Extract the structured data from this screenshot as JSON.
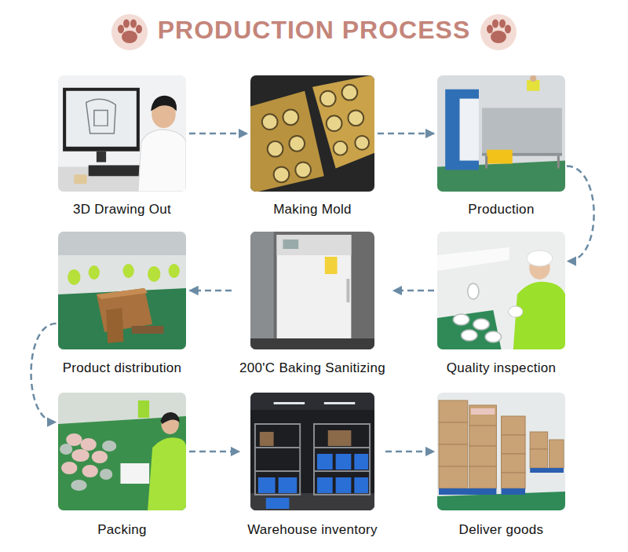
{
  "diagram": {
    "title": "PRODUCTION PROCESS",
    "nodes": [
      {
        "text": [
          "3D Drawing Out"
        ]
      },
      {
        "text": [
          "Making Mold"
        ]
      },
      {
        "text": [
          "Production"
        ]
      },
      {
        "text": [
          "Product distribution"
        ]
      },
      {
        "text": [
          "200'C Baking Sanitizing"
        ]
      },
      {
        "text": [
          "Quality inspection"
        ]
      },
      {
        "text": [
          "Packing"
        ]
      },
      {
        "text": [
          "Warehouse inventory"
        ]
      },
      {
        "text": [
          "Deliver goods"
        ]
      }
    ],
    "edges": [
      {
        "from": 0,
        "to": 1,
        "arrow": "to"
      },
      {
        "from": 1,
        "to": 2,
        "arrow": "to"
      },
      {
        "from": 2,
        "to": 5,
        "arrow": "to"
      },
      {
        "from": 5,
        "to": 4,
        "arrow": "to"
      },
      {
        "from": 4,
        "to": 3,
        "arrow": "to"
      },
      {
        "from": 3,
        "to": 6,
        "arrow": "to"
      },
      {
        "from": 6,
        "to": 7,
        "arrow": "to"
      },
      {
        "from": 7,
        "to": 8,
        "arrow": "to"
      }
    ]
  }
}
